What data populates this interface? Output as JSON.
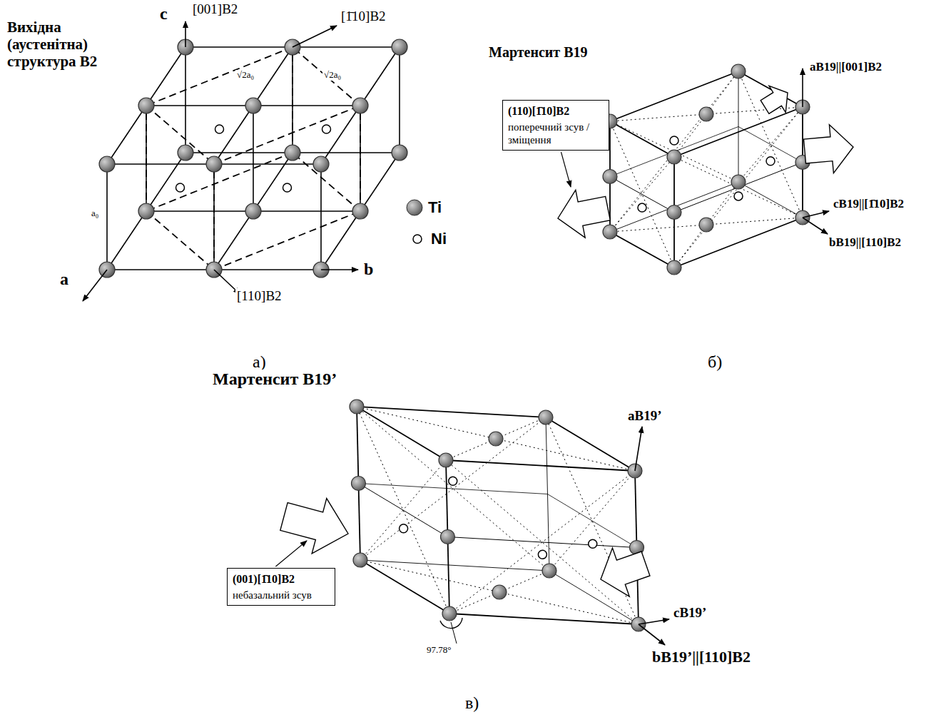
{
  "diagram": {
    "nodes": [
      {
        "text": [
          "(110)[1̄10]B2",
          "поперечний зсув / зміщення"
        ]
      },
      {
        "text": [
          "(001)[1̄10]B2",
          "небазальний зсув"
        ]
      }
    ],
    "labels": [
      "Вихідна (аустенітна) структура B2",
      "c",
      "[001]B2",
      "[1̄10]B2",
      "√2a₀",
      "√2a₀",
      "a₀",
      "a",
      "b",
      "[110]B2",
      "а)",
      "Мартенсит B19",
      "aB19||[001]B2",
      "cB19||[1̄10]B2",
      "bB19||[110]B2",
      "б)",
      "Мартенсит B19’",
      "aB19’",
      "cB19’",
      "bB19’||[110]B2",
      "97.78°",
      "в)"
    ],
    "legend": [
      {
        "text": "Ti"
      },
      {
        "text": "Ni"
      }
    ]
  }
}
